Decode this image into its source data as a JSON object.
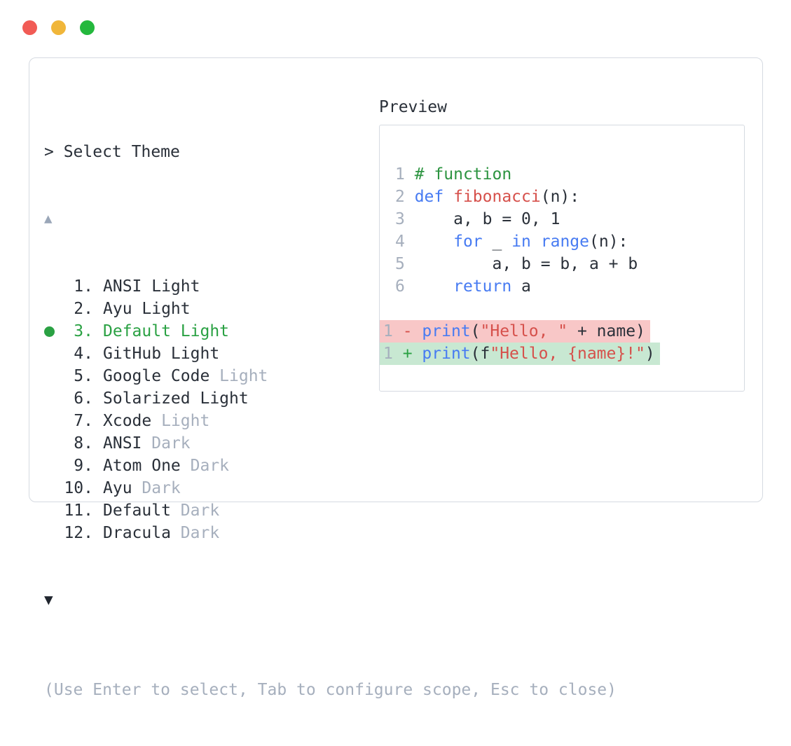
{
  "window": {
    "traffic_lights": [
      {
        "name": "close",
        "color": "#f15b55"
      },
      {
        "name": "minimize",
        "color": "#f0b63a"
      },
      {
        "name": "zoom",
        "color": "#24b83d"
      }
    ]
  },
  "selector": {
    "prompt": "> Select Theme",
    "scroll_up_icon": "▲",
    "scroll_down_icon": "▼",
    "items": [
      {
        "num": "1.",
        "selected": false,
        "parts": [
          {
            "text": "ANSI Light",
            "muted": false
          }
        ]
      },
      {
        "num": "2.",
        "selected": false,
        "parts": [
          {
            "text": "Ayu Light",
            "muted": false
          }
        ]
      },
      {
        "num": "3.",
        "selected": true,
        "parts": [
          {
            "text": "Default Light",
            "muted": false
          }
        ]
      },
      {
        "num": "4.",
        "selected": false,
        "parts": [
          {
            "text": "GitHub Light",
            "muted": false
          }
        ]
      },
      {
        "num": "5.",
        "selected": false,
        "parts": [
          {
            "text": "Google Code ",
            "muted": false
          },
          {
            "text": "Light",
            "muted": true
          }
        ]
      },
      {
        "num": "6.",
        "selected": false,
        "parts": [
          {
            "text": "Solarized Light",
            "muted": false
          }
        ]
      },
      {
        "num": "7.",
        "selected": false,
        "parts": [
          {
            "text": "Xcode ",
            "muted": false
          },
          {
            "text": "Light",
            "muted": true
          }
        ]
      },
      {
        "num": "8.",
        "selected": false,
        "parts": [
          {
            "text": "ANSI ",
            "muted": false
          },
          {
            "text": "Dark",
            "muted": true
          }
        ]
      },
      {
        "num": "9.",
        "selected": false,
        "parts": [
          {
            "text": "Atom One ",
            "muted": false
          },
          {
            "text": "Dark",
            "muted": true
          }
        ]
      },
      {
        "num": "10.",
        "selected": false,
        "parts": [
          {
            "text": "Ayu ",
            "muted": false
          },
          {
            "text": "Dark",
            "muted": true
          }
        ]
      },
      {
        "num": "11.",
        "selected": false,
        "parts": [
          {
            "text": "Default ",
            "muted": false
          },
          {
            "text": "Dark",
            "muted": true
          }
        ]
      },
      {
        "num": "12.",
        "selected": false,
        "parts": [
          {
            "text": "Dracula ",
            "muted": false
          },
          {
            "text": "Dark",
            "muted": true
          }
        ]
      }
    ],
    "hint": "(Use Enter to select, Tab to configure scope, Esc to close)"
  },
  "preview": {
    "title": "Preview",
    "code_lines": [
      {
        "num": "1",
        "tokens": [
          {
            "text": "# function",
            "type": "comment"
          }
        ]
      },
      {
        "num": "2",
        "tokens": [
          {
            "text": "def ",
            "type": "keyword"
          },
          {
            "text": "fibonacci",
            "type": "function"
          },
          {
            "text": "(n):",
            "type": "plain"
          }
        ]
      },
      {
        "num": "3",
        "tokens": [
          {
            "text": "    a, b = 0, 1",
            "type": "plain"
          }
        ]
      },
      {
        "num": "4",
        "tokens": [
          {
            "text": "    ",
            "type": "plain"
          },
          {
            "text": "for",
            "type": "keyword"
          },
          {
            "text": " _ ",
            "type": "plain"
          },
          {
            "text": "in",
            "type": "keyword"
          },
          {
            "text": " ",
            "type": "plain"
          },
          {
            "text": "range",
            "type": "keyword"
          },
          {
            "text": "(n):",
            "type": "plain"
          }
        ]
      },
      {
        "num": "5",
        "tokens": [
          {
            "text": "        a, b = b, a + b",
            "type": "plain"
          }
        ]
      },
      {
        "num": "6",
        "tokens": [
          {
            "text": "    ",
            "type": "plain"
          },
          {
            "text": "return",
            "type": "keyword"
          },
          {
            "text": " a",
            "type": "plain"
          }
        ]
      }
    ],
    "diff_lines": [
      {
        "num": "1",
        "sign": "-",
        "kind": "removed",
        "tokens": [
          {
            "text": "print",
            "type": "keyword"
          },
          {
            "text": "(",
            "type": "plain"
          },
          {
            "text": "\"Hello, \"",
            "type": "string"
          },
          {
            "text": " + name)",
            "type": "plain"
          }
        ]
      },
      {
        "num": "1",
        "sign": "+",
        "kind": "added",
        "tokens": [
          {
            "text": "print",
            "type": "keyword"
          },
          {
            "text": "(f",
            "type": "plain"
          },
          {
            "text": "\"Hello, {name}!\"",
            "type": "string"
          },
          {
            "text": ")",
            "type": "plain"
          }
        ]
      }
    ]
  },
  "colors": {
    "text": "#2a3039",
    "muted": "#a6afbd",
    "green": "#2aa143",
    "comment": "#2c9440",
    "blue": "#477bf2",
    "red": "#d6504b",
    "border": "#d5dae1",
    "bg-removed": "#f8c7c7",
    "bg-added": "#c8e8d2",
    "tl-red": "#f15b55",
    "tl-yellow": "#f0b63a",
    "tl-green": "#24b83d"
  }
}
